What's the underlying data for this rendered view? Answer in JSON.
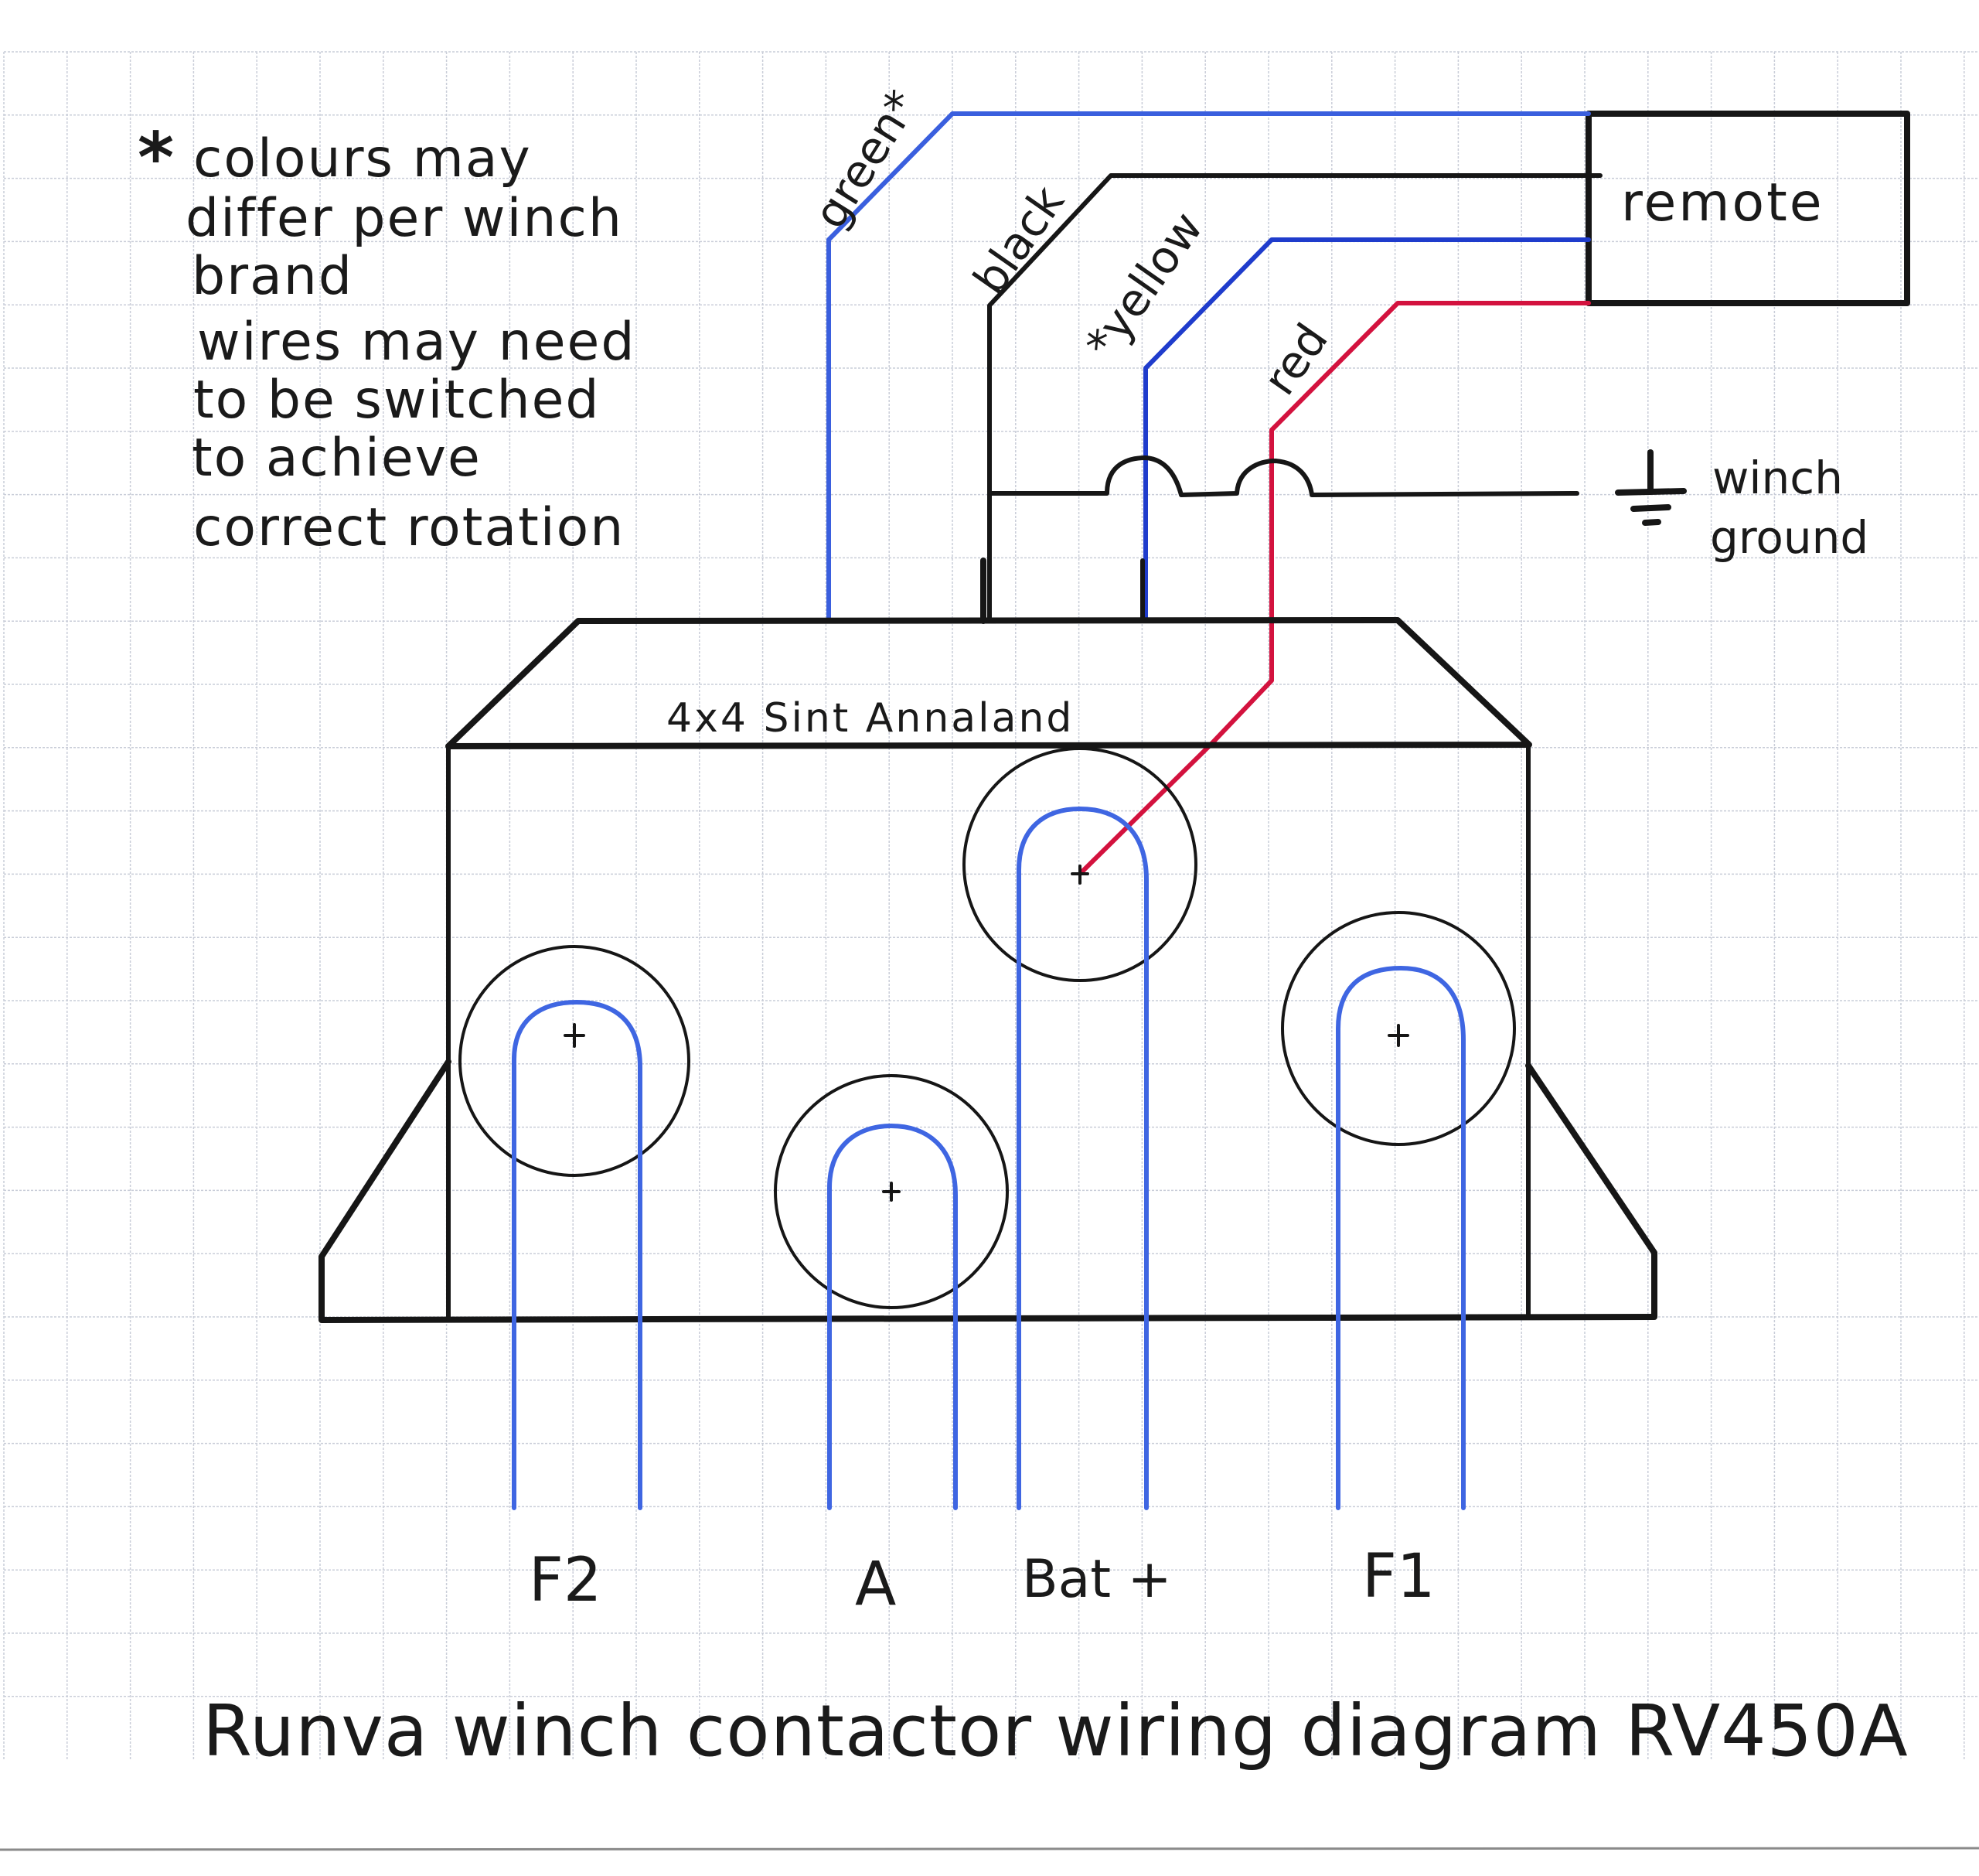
{
  "title": "Runva winch contactor wiring diagram RV450A",
  "note": {
    "marker": "*",
    "lines": [
      "colours may",
      "differ per winch",
      "brand",
      "wires may need",
      "to be switched",
      "to achieve",
      "correct rotation"
    ]
  },
  "contactor": {
    "brand_label": "4x4 Sint Annaland",
    "terminals": [
      {
        "id": "F2",
        "label": "F2"
      },
      {
        "id": "A",
        "label": "A"
      },
      {
        "id": "BAT",
        "label": "Bat +"
      },
      {
        "id": "F1",
        "label": "F1"
      }
    ]
  },
  "remote": {
    "label": "remote"
  },
  "wires": [
    {
      "id": "green",
      "label": "green*",
      "ink_color": "#3a5fde"
    },
    {
      "id": "black",
      "label": "black",
      "ink_color": "#161616"
    },
    {
      "id": "yellow",
      "label": "*yellow",
      "ink_color": "#1f3ccc"
    },
    {
      "id": "red",
      "label": "red",
      "ink_color": "#d3123e"
    }
  ],
  "ground": {
    "label_line1": "winch",
    "label_line2": "ground",
    "icon": "ground-icon"
  },
  "colors": {
    "terminal_strap": "#3f66e2",
    "ink": "#161616",
    "grid": "#c9cdd8"
  }
}
